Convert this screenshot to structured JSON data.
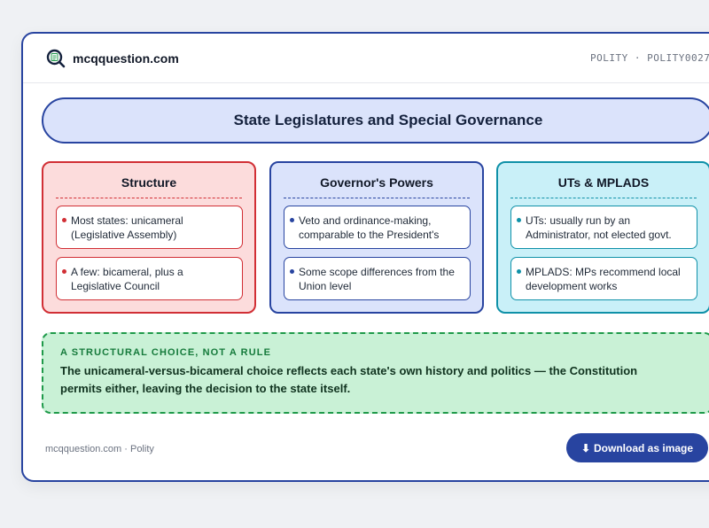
{
  "header": {
    "site_name": "mcqquestion.com",
    "tag": "POLITY · POLITY0027"
  },
  "title": "State Legislatures and Special Governance",
  "panels": [
    {
      "title": "Structure",
      "items": [
        "Most states: unicameral (Legislative Assembly)",
        "A few: bicameral, plus a Legislative Council"
      ]
    },
    {
      "title": "Governor's Powers",
      "items": [
        "Veto and ordinance-making, comparable to the President's",
        "Some scope differences from the Union level"
      ]
    },
    {
      "title": "UTs & MPLADS",
      "items": [
        "UTs: usually run by an Administrator, not elected govt.",
        "MPLADS: MPs recommend local development works"
      ]
    }
  ],
  "note": {
    "label": "A STRUCTURAL CHOICE, NOT A RULE",
    "text": "The unicameral-versus-bicameral choice reflects each state's own history and politics — the Constitution permits either, leaving the decision to the state itself."
  },
  "footer": {
    "text": "mcqquestion.com · Polity",
    "download_label": "Download as image",
    "download_icon": "⬇"
  },
  "colors": {
    "primary": "#2844a0",
    "red": "#d12f35",
    "cyan": "#0f91a8",
    "green": "#1f9a4a"
  },
  "icons": {
    "logo": "magnifier-document-icon",
    "download": "download-arrow-icon"
  }
}
